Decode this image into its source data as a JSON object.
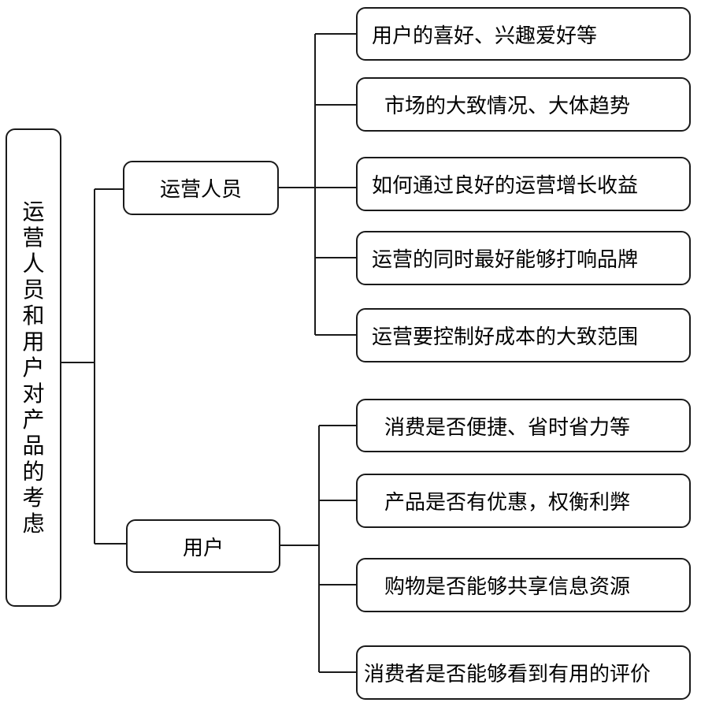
{
  "root": {
    "chars": [
      "运",
      "营",
      "人",
      "员",
      "和",
      "用",
      "户",
      "对",
      "产",
      "品",
      "的",
      "考",
      "虑"
    ]
  },
  "branches": [
    {
      "label": "运营人员",
      "leaves": [
        "用户的喜好、兴趣爱好等",
        "市场的大致情况、大体趋势",
        "如何通过良好的运营增长收益",
        "运营的同时最好能够打响品牌",
        "运营要控制好成本的大致范围"
      ]
    },
    {
      "label": "用户",
      "leaves": [
        "消费是否便捷、省时省力等",
        "产品是否有优惠，权衡利弊",
        "购物是否能够共享信息资源",
        "消费者是否能够看到有用的评价"
      ]
    }
  ]
}
